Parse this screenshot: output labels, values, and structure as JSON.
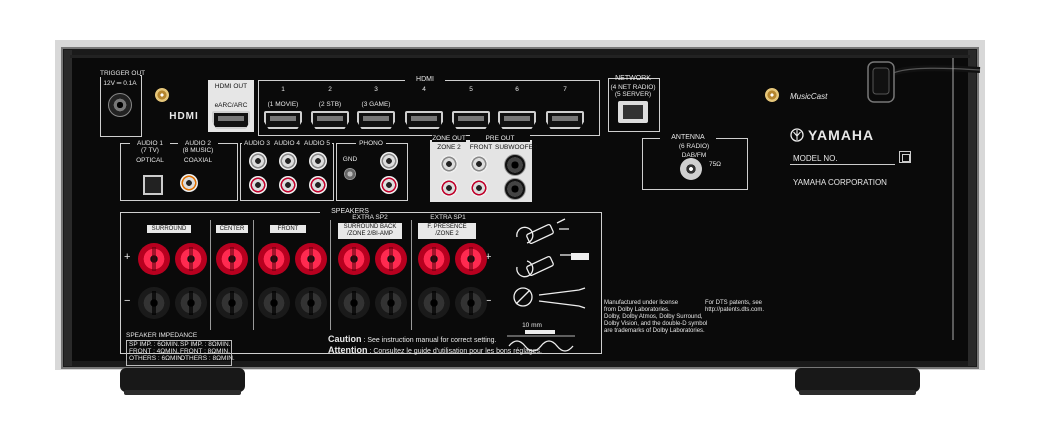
{
  "trigger": {
    "title": "TRIGGER OUT",
    "spec": "12V ═ 0.1A"
  },
  "hdmi_out": {
    "title": "HDMI OUT",
    "sub": "eARC/ARC",
    "logo": "HDMI"
  },
  "hdmi": {
    "title": "HDMI",
    "inputs": [
      "1",
      "2",
      "3",
      "4",
      "5",
      "6",
      "7"
    ],
    "input_names": [
      "(1 MOVIE)",
      "(2 STB)",
      "(3 GAME)"
    ]
  },
  "network": {
    "title": "NETWORK",
    "sub1": "(4 NET RADIO)",
    "sub2": "(5 SERVER)"
  },
  "brand": {
    "musiccast": "MusicCast",
    "name": "YAMAHA",
    "model": "MODEL NO.",
    "corp": "YAMAHA CORPORATION"
  },
  "antenna": {
    "title": "ANTENNA",
    "sub": "(6 RADIO)",
    "band": "DAB/FM",
    "ohm": "75Ω"
  },
  "audio": {
    "a1": "AUDIO 1",
    "a1_sub": "(7 TV)",
    "a1_type": "OPTICAL",
    "a2": "AUDIO 2",
    "a2_sub": "(8 MUSIC)",
    "a2_type": "COAXIAL",
    "a3": "AUDIO 3",
    "a4": "AUDIO 4",
    "a5": "AUDIO 5",
    "phono": "PHONO",
    "gnd": "GND"
  },
  "zone_out": {
    "title": "ZONE OUT",
    "sub": "ZONE 2"
  },
  "pre_out": {
    "title": "PRE OUT",
    "front": "FRONT",
    "sub": "SUBWOOFER"
  },
  "speakers": {
    "title": "SPEAKERS",
    "surround": "SURROUND",
    "center": "CENTER",
    "front": "FRONT",
    "extra_sp2": "EXTRA SP2",
    "sb": "SURROUND BACK",
    "sb2": "/ZONE 2/BI-AMP",
    "extra_sp1": "EXTRA SP1",
    "fp": "F. PRESENCE",
    "fp2": "/ZONE 2",
    "plus": "+",
    "minus": "−"
  },
  "impedance": {
    "title": "SPEAKER IMPEDANCE",
    "l1": "SP IMP. : 6ΩMIN.",
    "l2": "FRONT : 4ΩMIN.",
    "l3": "OTHERS : 6ΩMIN.",
    "r1": "SP IMP. : 8ΩMIN.",
    "r2": "FRONT : 8ΩMIN.",
    "r3": "OTHERS : 8ΩMIN."
  },
  "caution": {
    "label1": "Caution",
    "text1": ": See instruction manual for correct setting.",
    "label2": "Attention",
    "text2": ": Consultez le guide d'utilisation pour les bons réglages."
  },
  "dolby": {
    "l1": "Manufactured under license",
    "l2": "from Dolby Laboratories.",
    "l3": "Dolby, Dolby Atmos, Dolby Surround,",
    "l4": "Dolby Vision, and the double-D symbol",
    "l5": "are trademarks of Dolby Laboratories."
  },
  "dts": {
    "l1": "For DTS patents, see",
    "l2": "http://patents.dts.com."
  },
  "strip": {
    "length": "10 mm"
  },
  "colors": {
    "chassis": "#0a0a0a",
    "frame": "#cfcfcf",
    "red_post": "#d10028",
    "gold": "#c8a050"
  }
}
